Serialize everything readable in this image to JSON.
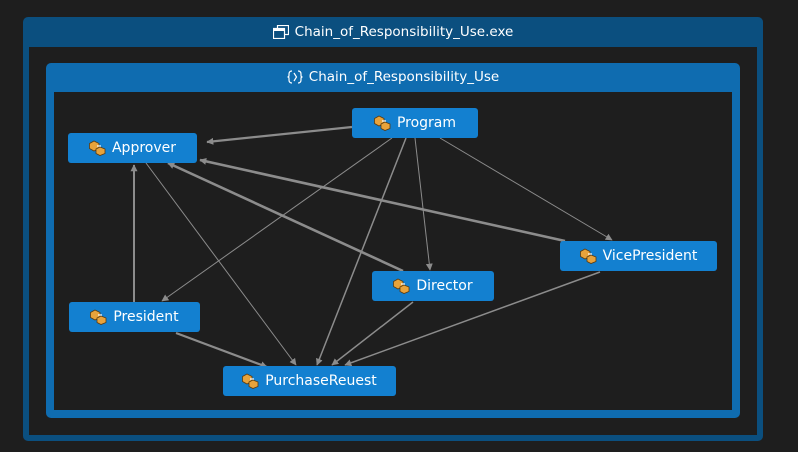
{
  "assembly": {
    "title": "Chain_of_Responsibility_Use.exe",
    "icon": "assembly-icon"
  },
  "namespace": {
    "title": "Chain_of_Responsibility_Use",
    "icon": "namespace-icon"
  },
  "colors": {
    "assembly_frame": "#0b4f7f",
    "namespace_frame": "#0f6cb0",
    "node_fill": "#1380d0",
    "canvas": "#1e1e1e",
    "edge": "#8c8c8c"
  },
  "nodes": {
    "program": {
      "label": "Program",
      "icon": "class-icon"
    },
    "approver": {
      "label": "Approver",
      "icon": "class-icon"
    },
    "vicepresident": {
      "label": "VicePresident",
      "icon": "class-icon"
    },
    "director": {
      "label": "Director",
      "icon": "class-icon"
    },
    "president": {
      "label": "President",
      "icon": "class-icon"
    },
    "purchasereuest": {
      "label": "PurchaseReuest",
      "icon": "class-icon"
    }
  },
  "edges": [
    {
      "from": "program",
      "to": "approver"
    },
    {
      "from": "program",
      "to": "president"
    },
    {
      "from": "program",
      "to": "director"
    },
    {
      "from": "program",
      "to": "vicepresident"
    },
    {
      "from": "program",
      "to": "purchasereuest"
    },
    {
      "from": "approver",
      "to": "purchasereuest"
    },
    {
      "from": "president",
      "to": "approver"
    },
    {
      "from": "president",
      "to": "purchasereuest"
    },
    {
      "from": "director",
      "to": "approver"
    },
    {
      "from": "director",
      "to": "purchasereuest"
    },
    {
      "from": "vicepresident",
      "to": "approver"
    },
    {
      "from": "vicepresident",
      "to": "purchasereuest"
    }
  ]
}
